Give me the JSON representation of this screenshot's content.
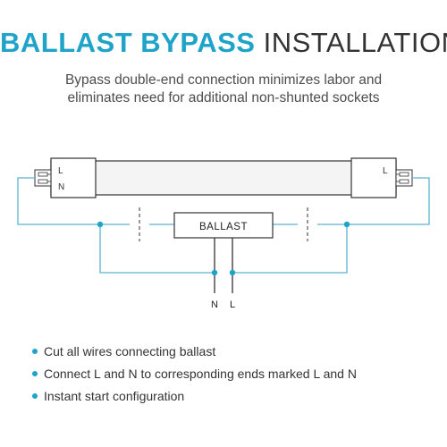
{
  "title": {
    "bold": "BALLAST BYPASS",
    "light": "INSTALLATION"
  },
  "subtitle": [
    "Bypass double-end connection minimizes labor and",
    "eliminates need for additional non-shunted sockets"
  ],
  "diagram": {
    "left_end_labels": [
      "L",
      "N"
    ],
    "right_end_label": "L",
    "ballast_label": "BALLAST",
    "supply_labels": [
      "N",
      "L"
    ]
  },
  "bullets": [
    "Cut all wires connecting ballast",
    "Connect L and N to corresponding ends marked L and N",
    "Instant start configuration"
  ],
  "colors": {
    "accent": "#1fa3c9",
    "wire": "#5ab4cf",
    "text_dark": "#333333",
    "tube_fill": "#f4f4f4"
  }
}
